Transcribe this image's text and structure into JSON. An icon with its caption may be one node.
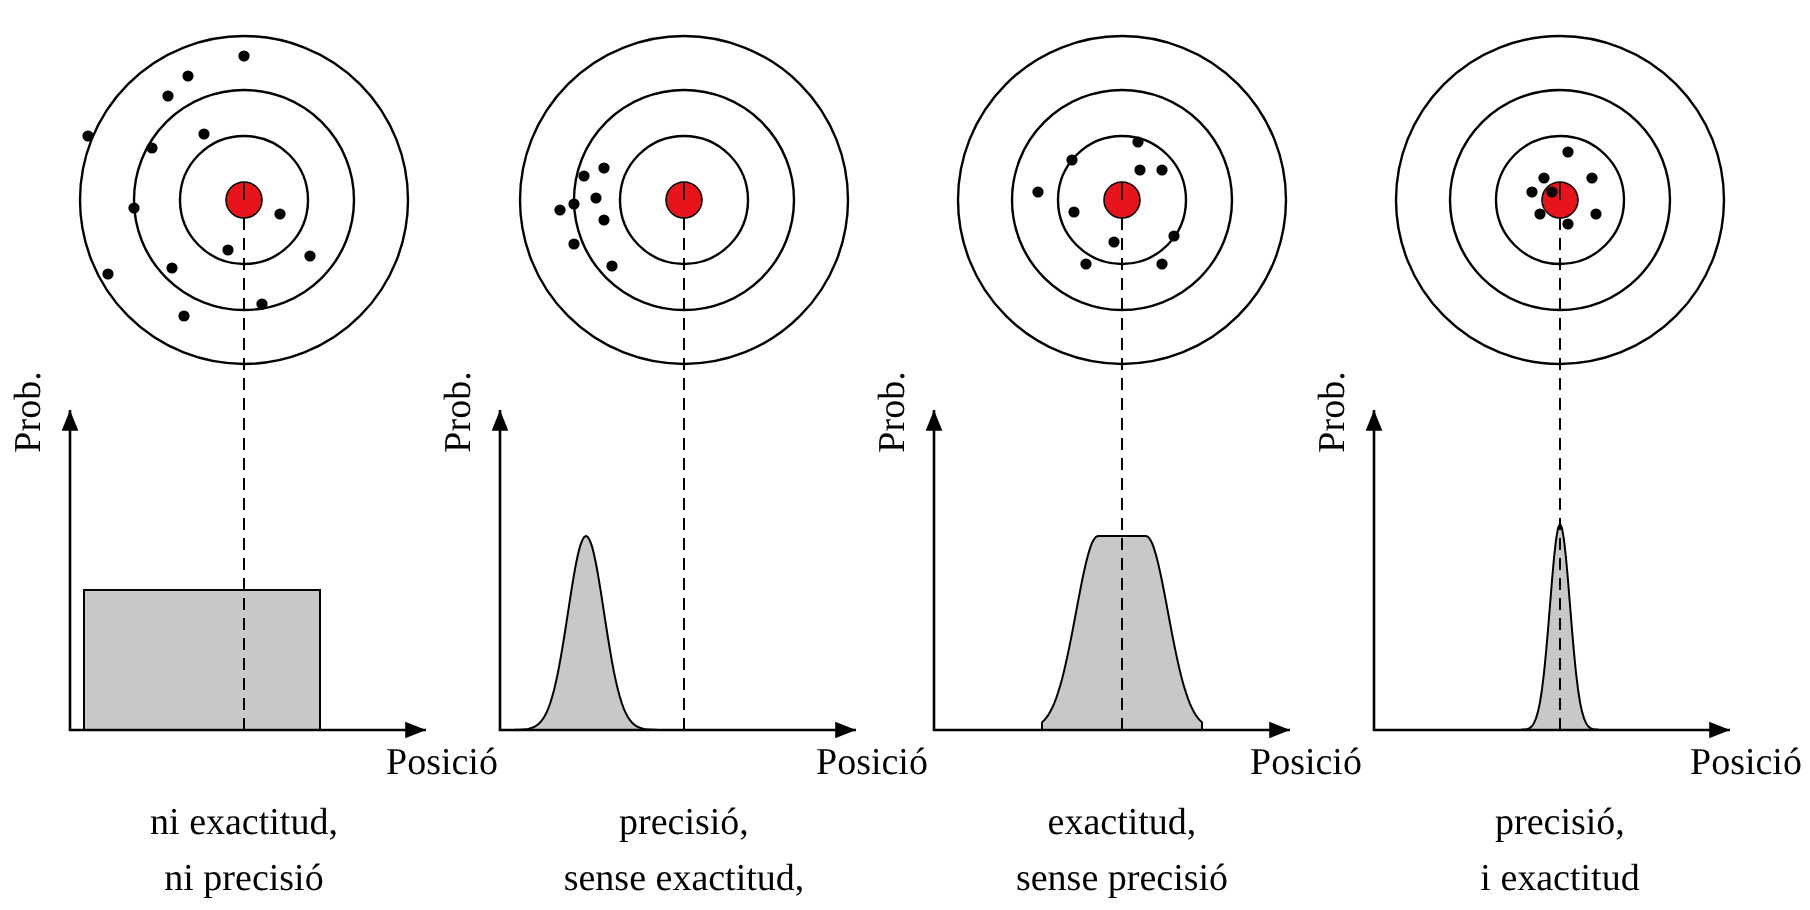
{
  "diagram": {
    "labels": [
      "Prob.",
      "Prob.",
      "Prob.",
      "Prob.",
      "Posició",
      "Posició",
      "Posició",
      "Posició",
      "ni exactitud, ni precisió",
      "precisió, sense exactitud,",
      "exactitud, sense precisió",
      "precisió, i exactitud"
    ]
  }
}
